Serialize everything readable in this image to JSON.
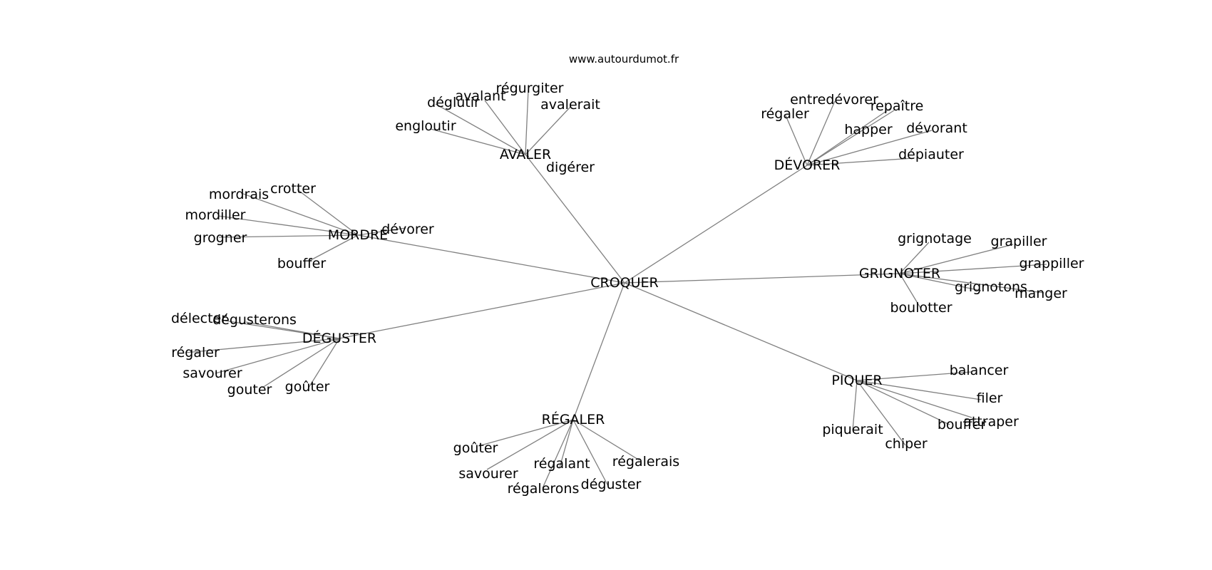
{
  "watermark": "www.autourdumot.fr",
  "colors": {
    "edge": "#808080",
    "text": "#000000",
    "background": "#ffffff"
  },
  "graph": {
    "center": {
      "id": "center",
      "label": "CROQUER"
    },
    "hubs": [
      {
        "id": "avaler",
        "label": "AVALER",
        "leaves": [
          "engloutir",
          "déglutir",
          "avalant",
          "régurgiter",
          "avalerait",
          "digérer"
        ]
      },
      {
        "id": "devorer",
        "label": "DÉVORER",
        "leaves": [
          "régaler",
          "entredévorer",
          "repaître",
          "happer",
          "dévorant",
          "dépiauter"
        ]
      },
      {
        "id": "mordre",
        "label": "MORDRE",
        "leaves": [
          "mordrais",
          "crotter",
          "mordiller",
          "grogner",
          "bouffer",
          "dévorer"
        ]
      },
      {
        "id": "grignoter",
        "label": "GRIGNOTER",
        "leaves": [
          "grignotage",
          "grapiller",
          "grappiller",
          "grignotons",
          "manger",
          "boulotter"
        ]
      },
      {
        "id": "deguster",
        "label": "DÉGUSTER",
        "leaves": [
          "délecter",
          "dégusterons",
          "régaler",
          "savourer",
          "gouter",
          "goûter"
        ]
      },
      {
        "id": "piquer",
        "label": "PIQUER",
        "leaves": [
          "balancer",
          "filer",
          "bouffer",
          "attraper",
          "chiper",
          "piquerait"
        ]
      },
      {
        "id": "regaler",
        "label": "RÉGALER",
        "leaves": [
          "goûter",
          "savourer",
          "régalant",
          "régalerons",
          "déguster",
          "régalerais"
        ]
      }
    ]
  }
}
